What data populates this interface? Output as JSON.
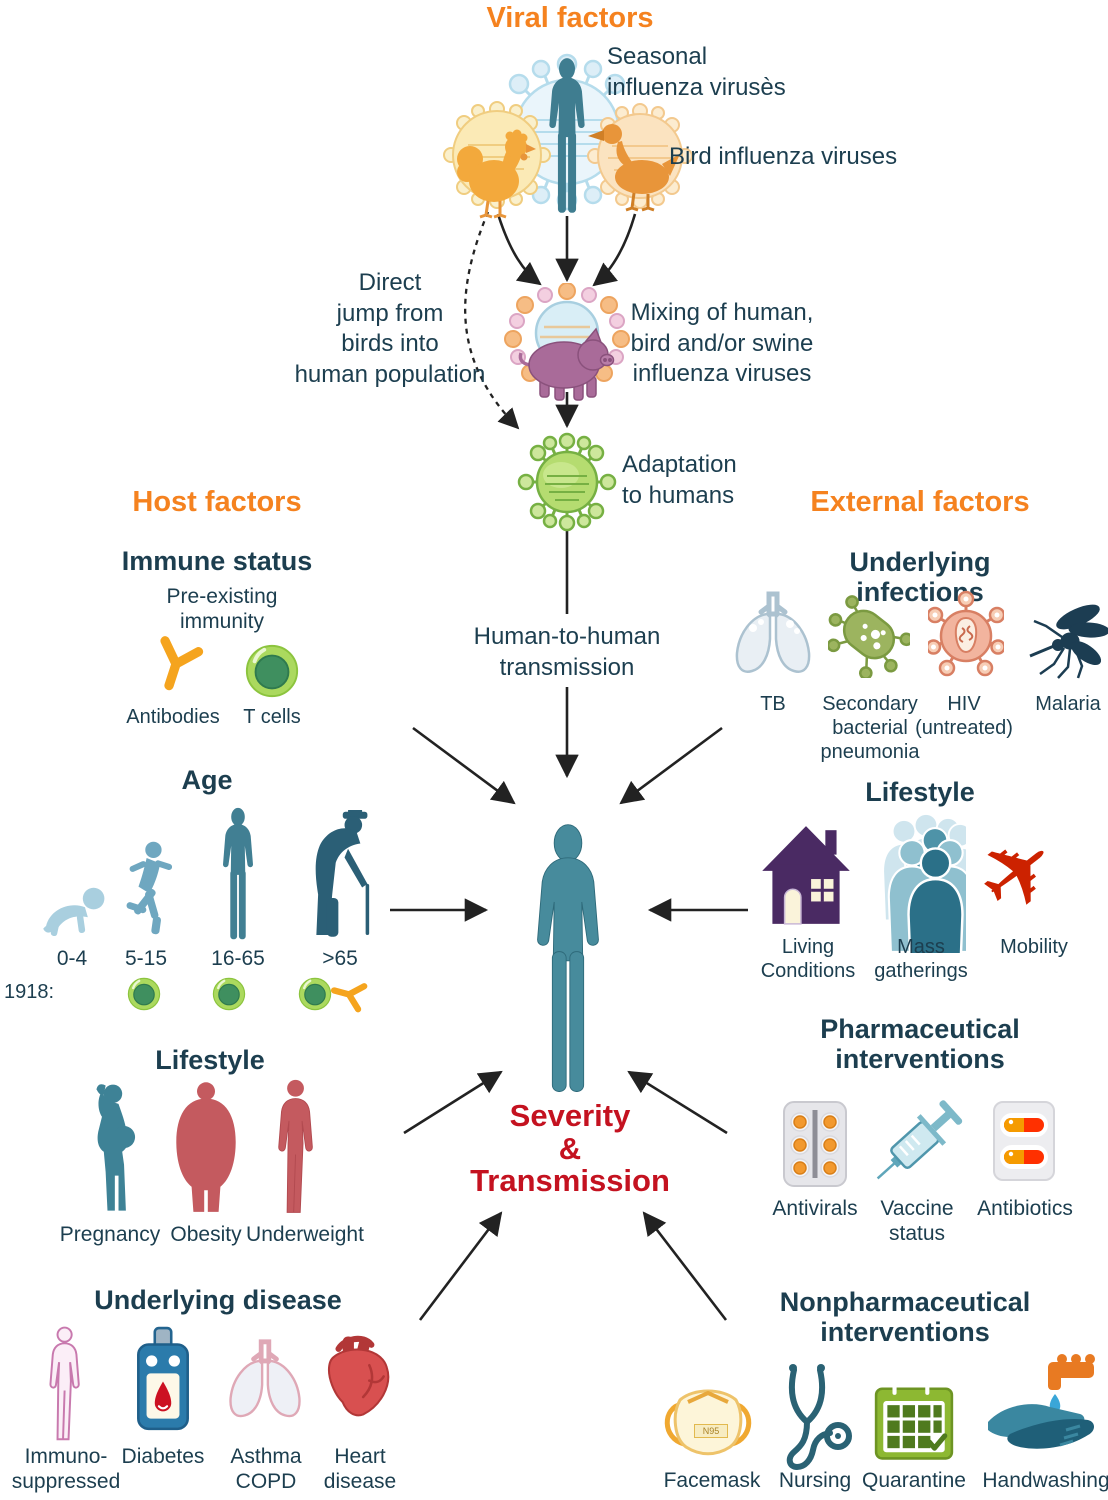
{
  "colors": {
    "accent_orange": "#f5821f",
    "heading_navy": "#1c3e4f",
    "severity_red": "#c41220",
    "human_teal": "#478b9c",
    "virus_green": "#b5dc70",
    "pig_mauve": "#a96b99"
  },
  "viral": {
    "title": "Viral factors",
    "seasonal_label": "Seasonal\ninfluenza virusès",
    "bird_label": "Bird influenza viruses",
    "direct_jump_label": "Direct\njump from\nbirds into\nhuman population",
    "mixing_label": "Mixing of human,\nbird and/or swine\ninfluenza viruses",
    "adaptation_label": "Adaptation\nto humans"
  },
  "center": {
    "h2h_label": "Human-to-human\ntransmission",
    "severity_label": "Severity\n&\nTransmission"
  },
  "host": {
    "title": "Host factors",
    "immune": {
      "title": "Immune status",
      "subtitle": "Pre-existing\nimmunity",
      "antibodies_label": "Antibodies",
      "tcells_label": "T cells"
    },
    "age": {
      "title": "Age",
      "pandemic_note": "1918:",
      "groups": [
        {
          "label": "0-4"
        },
        {
          "label": "5-15"
        },
        {
          "label": "16-65"
        },
        {
          "label": ">65"
        }
      ]
    },
    "lifestyle": {
      "title": "Lifestyle",
      "items": [
        {
          "label": "Pregnancy"
        },
        {
          "label": "Obesity"
        },
        {
          "label": "Underweight"
        }
      ]
    },
    "disease": {
      "title": "Underlying disease",
      "items": [
        {
          "label": "Immuno-\nsuppressed"
        },
        {
          "label": "Diabetes"
        },
        {
          "label": "Asthma\nCOPD"
        },
        {
          "label": "Heart\ndisease"
        }
      ]
    }
  },
  "external": {
    "title": "External factors",
    "infections": {
      "title": "Underlying infections",
      "items": [
        {
          "label": "TB"
        },
        {
          "label": "Secondary\nbacterial\npneumonia"
        },
        {
          "label": "HIV\n(untreated)"
        },
        {
          "label": "Malaria"
        }
      ]
    },
    "lifestyle": {
      "title": "Lifestyle",
      "items": [
        {
          "label": "Living\nConditions"
        },
        {
          "label": "Mass\ngatherings"
        },
        {
          "label": "Mobility"
        }
      ]
    },
    "pharma": {
      "title": "Pharmaceutical\ninterventions",
      "items": [
        {
          "label": "Antivirals"
        },
        {
          "label": "Vaccine\nstatus"
        },
        {
          "label": "Antibiotics"
        }
      ]
    },
    "nonpharma": {
      "title": "Nonpharmaceutical\ninterventions",
      "mask_badge": "N95",
      "items": [
        {
          "label": "Facemask"
        },
        {
          "label": "Nursing"
        },
        {
          "label": "Quarantine"
        },
        {
          "label": "Handwashing"
        }
      ]
    }
  }
}
